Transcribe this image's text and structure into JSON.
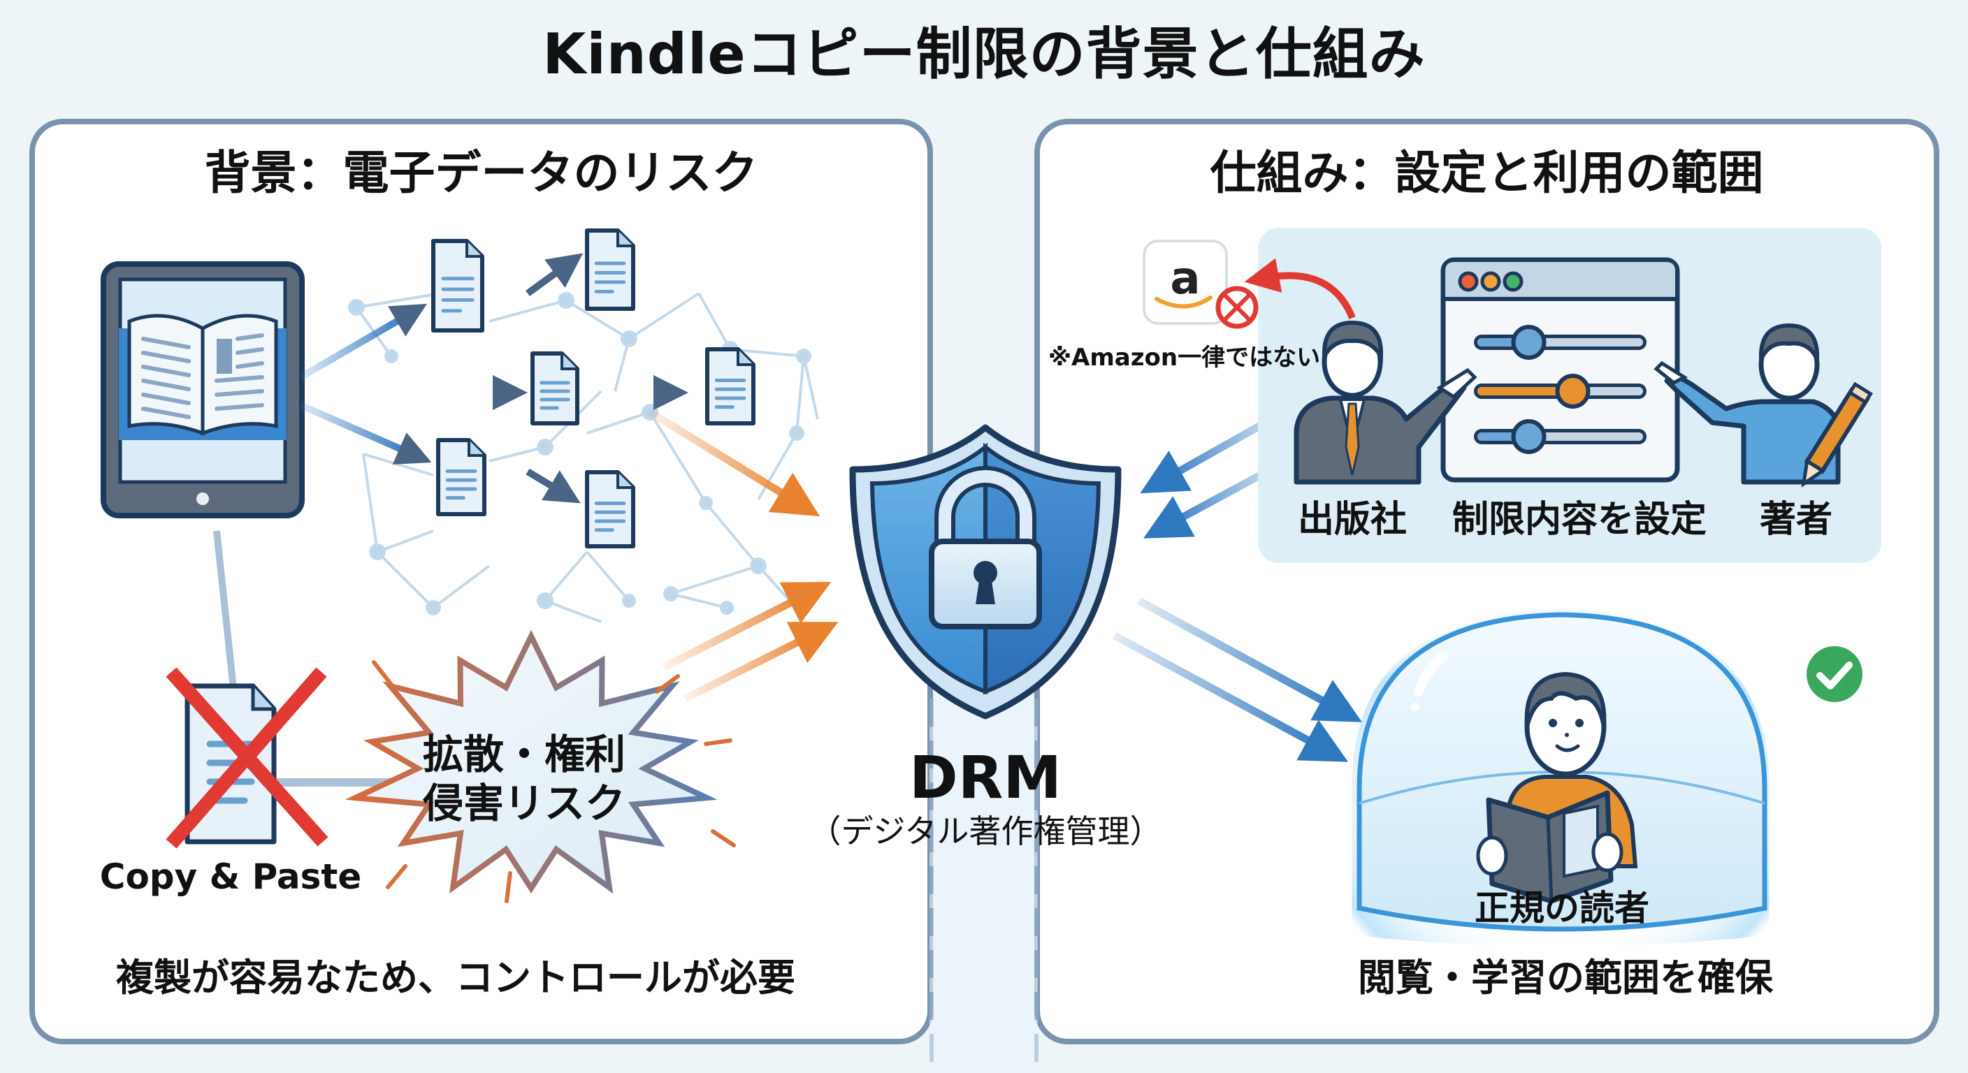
{
  "title": "Kindleコピー制限の背景と仕組み",
  "colors": {
    "background": "#edf5f9",
    "panel_border": "#7a93ad",
    "navy_outline": "#1d3a5c",
    "shield_blue": "#3b87cf",
    "risk_orange": "#e8822f",
    "flow_blue": "#2e78c0",
    "cross_red": "#e03a33",
    "check_green": "#3aa85c",
    "settings_box": "#ddeef7"
  },
  "left_panel": {
    "heading": "背景：電子データのリスク",
    "icons": [
      "tablet-ebook-icon",
      "document-icon",
      "network-graph",
      "copy-paste-blocked-icon",
      "starburst-warning"
    ],
    "copy_label": "Copy & Paste",
    "risk_label_line1": "拡散・権利",
    "risk_label_line2": "侵害リスク",
    "caption": "複製が容易なため、コントロールが必要"
  },
  "center": {
    "icon": "shield-lock-icon",
    "label": "DRM",
    "sublabel": "（デジタル著作権管理）"
  },
  "right_panel": {
    "heading": "仕組み：設定と利用の範囲",
    "amazon_icon": "amazon-logo-icon",
    "amazon_note": "※Amazon一律ではない",
    "settings": {
      "publisher_label": "出版社",
      "setting_label": "制限内容を設定",
      "author_label": "著者",
      "sliders": [
        {
          "name": "slider-1",
          "value": 0.3,
          "color": "#6ba6d6"
        },
        {
          "name": "slider-2",
          "value": 0.58,
          "color": "#e8922f"
        },
        {
          "name": "slider-3",
          "value": 0.3,
          "color": "#6ba6d6"
        }
      ]
    },
    "reader_label": "正規の読者",
    "caption": "閲覧・学習の範囲を確保"
  }
}
